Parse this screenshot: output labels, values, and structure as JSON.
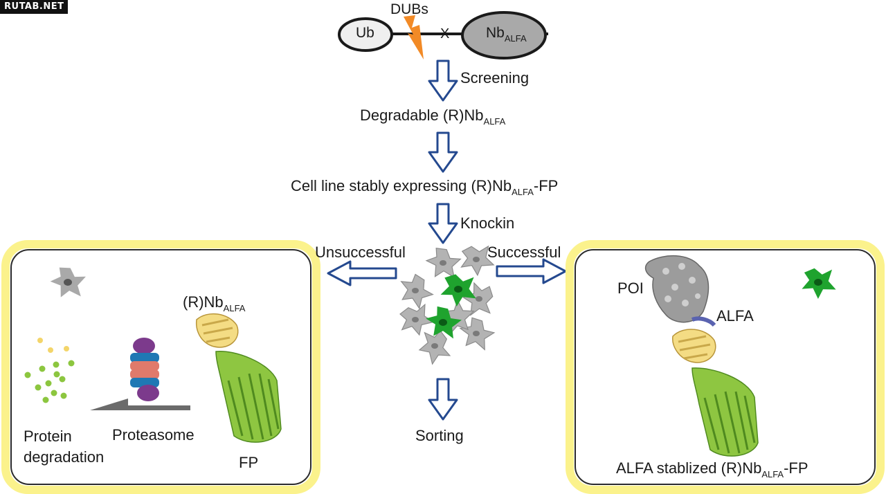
{
  "watermark": "RUTAB.NET",
  "top": {
    "ub": "Ub",
    "dubs": "DUBs",
    "x": "X",
    "nb_main": "Nb",
    "nb_sub": "ALFA"
  },
  "steps": {
    "screening": "Screening",
    "degradable_main": "Degradable (R)Nb",
    "degradable_sub": "ALFA",
    "cellline_main": "Cell line stably expressing (R)Nb",
    "cellline_sub": "ALFA",
    "cellline_tail": "-FP",
    "knockin": "Knockin",
    "unsuccessful": "Unsuccessful",
    "successful": "Successful",
    "sorting": "Sorting"
  },
  "left_panel": {
    "rnb_main": "(R)Nb",
    "rnb_sub": "ALFA",
    "protein": "Protein",
    "degradation": "degradation",
    "proteasome": "Proteasome",
    "fp": "FP"
  },
  "right_panel": {
    "poi": "POI",
    "alfa": "ALFA",
    "stab_main": "ALFA stablized (R)Nb",
    "stab_sub": "ALFA",
    "stab_tail": "-FP"
  },
  "colors": {
    "arrow_blue": "#24498f",
    "panel_outer": "#fbf28c",
    "panel_inner": "#2b2b2b",
    "cell_gray": "#a9a9a9",
    "cell_green": "#1fa32e",
    "bolt_orange": "#f28a26"
  }
}
